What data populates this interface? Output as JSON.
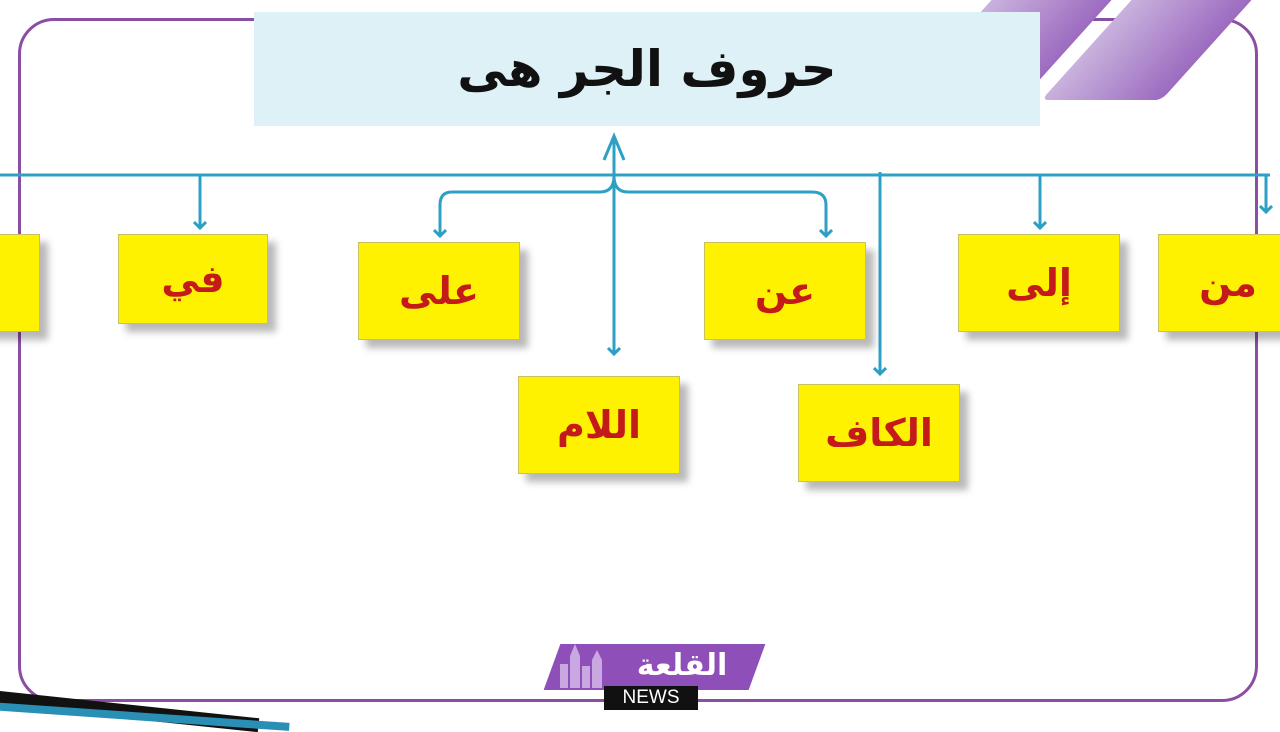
{
  "title": "حروف الجر هى",
  "prepositions": [
    "من",
    "إلى",
    "عن",
    "على",
    "في",
    "الكاف",
    "اللام"
  ],
  "logo": {
    "arabic_name": "القلعة",
    "tagline": "NEWS"
  },
  "colors": {
    "box_fill": "#fff200",
    "box_text": "#c41a1a",
    "connector": "#2ea0c4",
    "frame": "#8a4fa3",
    "title_band": "#def1f7",
    "accent_purple": "#9c6bc0"
  }
}
